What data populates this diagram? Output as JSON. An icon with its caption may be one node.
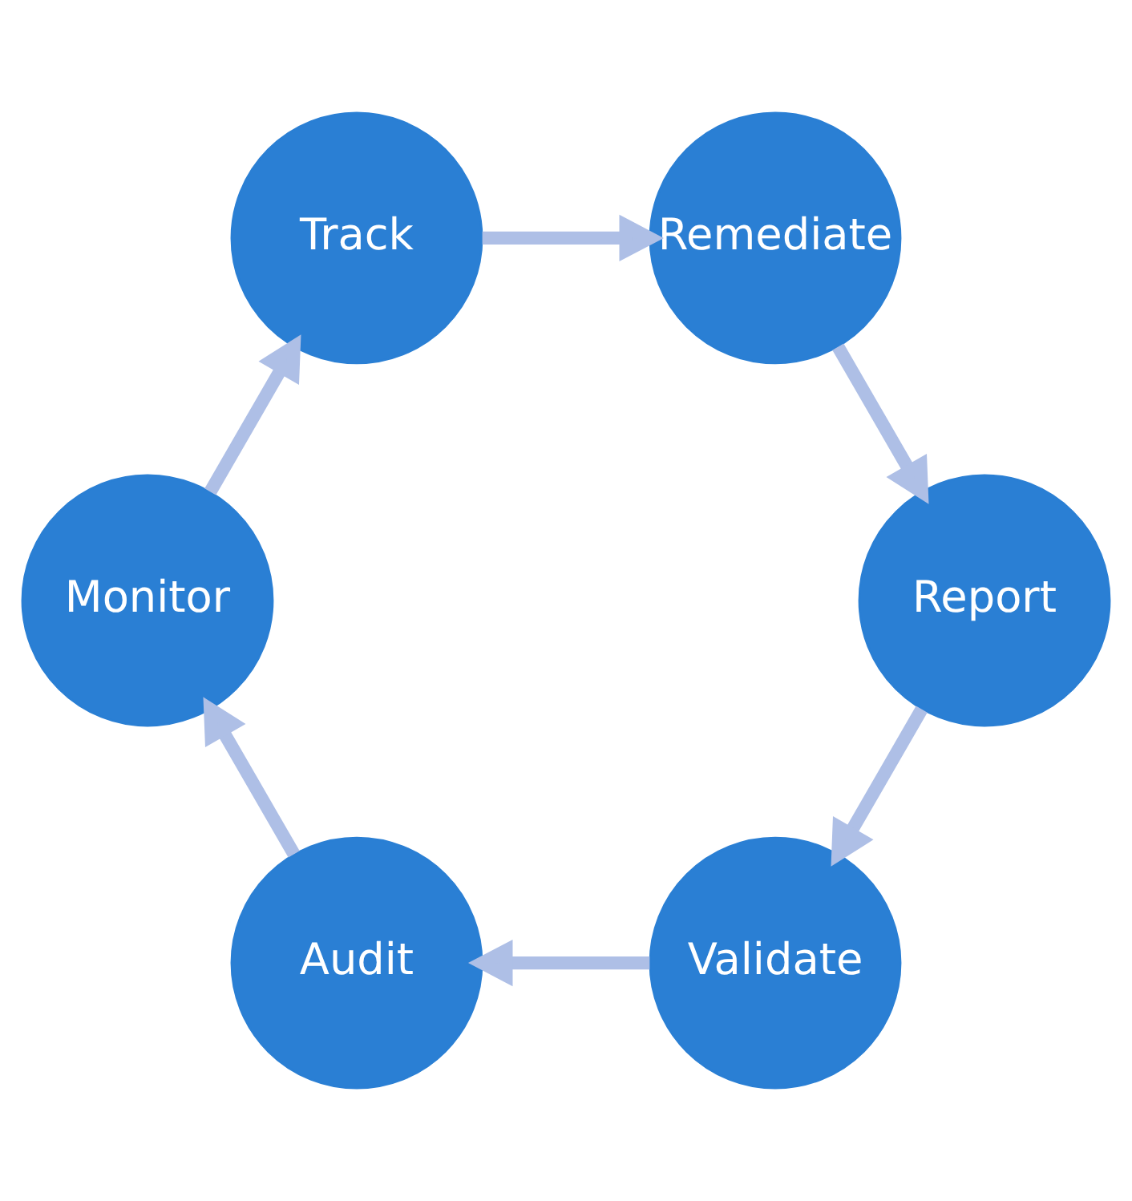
{
  "diagram": {
    "nodes": [
      {
        "text": [
          "Validate"
        ]
      },
      {
        "text": [
          "Audit"
        ]
      },
      {
        "text": [
          "Report"
        ]
      },
      {
        "text": [
          "Monitor"
        ]
      },
      {
        "text": [
          "Remediate"
        ]
      },
      {
        "text": [
          "Track"
        ]
      }
    ],
    "edges": [
      {
        "from": 1,
        "to": 3,
        "arrow": "to"
      },
      {
        "from": 3,
        "to": 5,
        "arrow": "to"
      },
      {
        "from": 5,
        "to": 4,
        "arrow": "to"
      },
      {
        "from": 4,
        "to": 2,
        "arrow": "to"
      },
      {
        "from": 2,
        "to": 0,
        "arrow": "to"
      },
      {
        "from": 0,
        "to": 1,
        "arrow": "to"
      }
    ]
  }
}
